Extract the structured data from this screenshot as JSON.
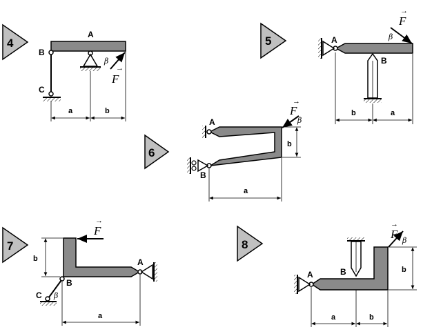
{
  "problems": [
    {
      "number": "4",
      "labels": {
        "A": "A",
        "B": "B",
        "C": "C"
      },
      "force": "F",
      "angle": "β",
      "dims": [
        "a",
        "b"
      ]
    },
    {
      "number": "5",
      "labels": {
        "A": "A",
        "B": "B"
      },
      "force": "F",
      "angle": "β",
      "dims": [
        "b",
        "a"
      ]
    },
    {
      "number": "6",
      "labels": {
        "A": "A",
        "B": "B"
      },
      "force": "F",
      "angle": "β",
      "dims": [
        "b",
        "a"
      ]
    },
    {
      "number": "7",
      "labels": {
        "A": "A",
        "B": "B",
        "C": "C"
      },
      "force": "F",
      "angle": "β",
      "dims": [
        "b",
        "a"
      ]
    },
    {
      "number": "8",
      "labels": {
        "A": "A",
        "B": "B"
      },
      "force": "F",
      "angle": "β",
      "dims": [
        "b",
        "a",
        "b"
      ]
    }
  ]
}
